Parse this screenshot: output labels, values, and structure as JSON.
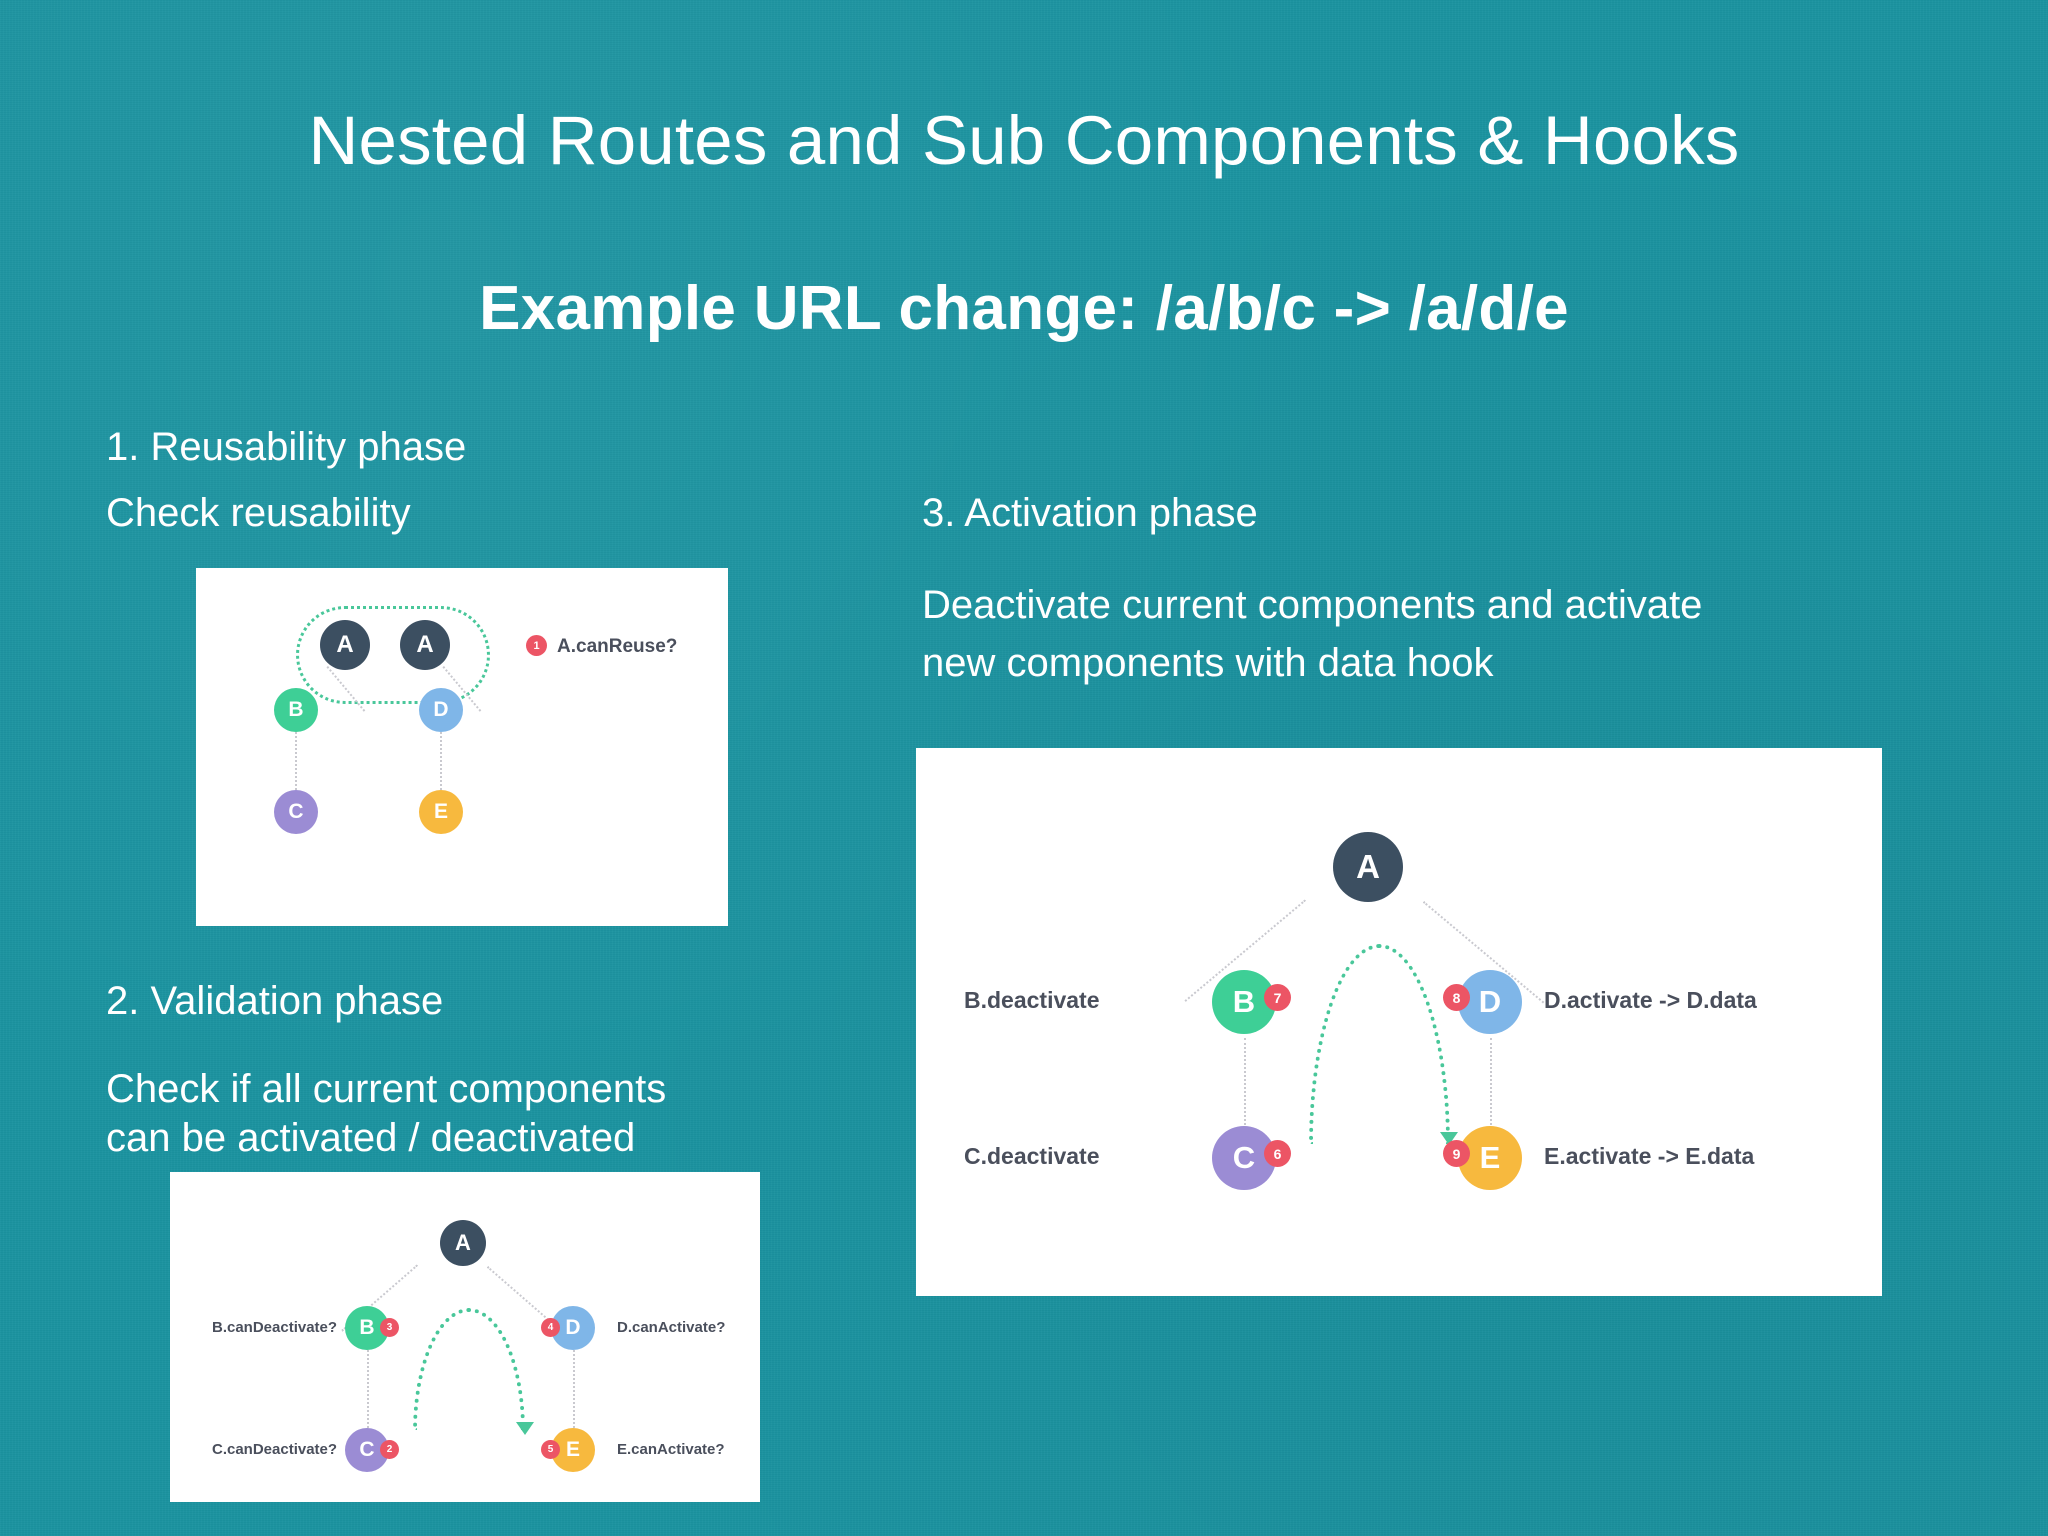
{
  "theme": {
    "background": "#1a93a0",
    "text": "#ffffff",
    "card_background": "#ffffff",
    "node_a": "#3c4f61",
    "node_b": "#3ecf96",
    "node_c": "#9b8cd4",
    "node_d": "#7fb6e8",
    "node_e": "#f9b githubfalse",
    "node_e_color": "#f7b93e",
    "badge": "#ec5565",
    "hook_accent": "#49c79a",
    "edge": "#c9c9cf",
    "diagram_label": "#4a4f5c"
  },
  "slide": {
    "title": "Nested Routes and Sub Components & Hooks",
    "subtitle": "Example URL change: /a/b/c -> /a/d/e"
  },
  "sections": [
    {
      "id": "reusability",
      "heading": "1. Reusability phase",
      "body": "Check reusability"
    },
    {
      "id": "validation",
      "heading": "2. Validation phase",
      "body_line1": "Check if all current components",
      "body_line2": "can be activated / deactivated"
    },
    {
      "id": "activation",
      "heading": "3. Activation phase",
      "body_line1": "Deactivate current components and activate",
      "body_line2": "new components with data hook"
    }
  ],
  "diagrams": {
    "reusability": {
      "nodes": [
        {
          "label": "A",
          "color": "#3c4f61"
        },
        {
          "label": "A",
          "color": "#3c4f61"
        },
        {
          "label": "B",
          "color": "#3ecf96"
        },
        {
          "label": "C",
          "color": "#9b8cd4"
        },
        {
          "label": "D",
          "color": "#7fb6e8"
        },
        {
          "label": "E",
          "color": "#f7b93e"
        }
      ],
      "annotations": [
        {
          "badge": "1",
          "text": "A.canReuse?"
        }
      ]
    },
    "validation": {
      "nodes": [
        {
          "label": "A",
          "color": "#3c4f61"
        },
        {
          "label": "B",
          "color": "#3ecf96"
        },
        {
          "label": "C",
          "color": "#9b8cd4"
        },
        {
          "label": "D",
          "color": "#7fb6e8"
        },
        {
          "label": "E",
          "color": "#f7b93e"
        }
      ],
      "annotations": [
        {
          "badge": "3",
          "text": "B.canDeactivate?"
        },
        {
          "badge": "2",
          "text": "C.canDeactivate?"
        },
        {
          "badge": "4",
          "text": "D.canActivate?"
        },
        {
          "badge": "5",
          "text": "E.canActivate?"
        }
      ]
    },
    "activation": {
      "nodes": [
        {
          "label": "A",
          "color": "#3c4f61"
        },
        {
          "label": "B",
          "color": "#3ecf96"
        },
        {
          "label": "C",
          "color": "#9b8cd4"
        },
        {
          "label": "D",
          "color": "#7fb6e8"
        },
        {
          "label": "E",
          "color": "#f7b93e"
        }
      ],
      "annotations": [
        {
          "badge": "7",
          "text": "B.deactivate"
        },
        {
          "badge": "6",
          "text": "C.deactivate"
        },
        {
          "badge": "8",
          "text": "D.activate -> D.data"
        },
        {
          "badge": "9",
          "text": "E.activate -> E.data"
        }
      ]
    }
  }
}
